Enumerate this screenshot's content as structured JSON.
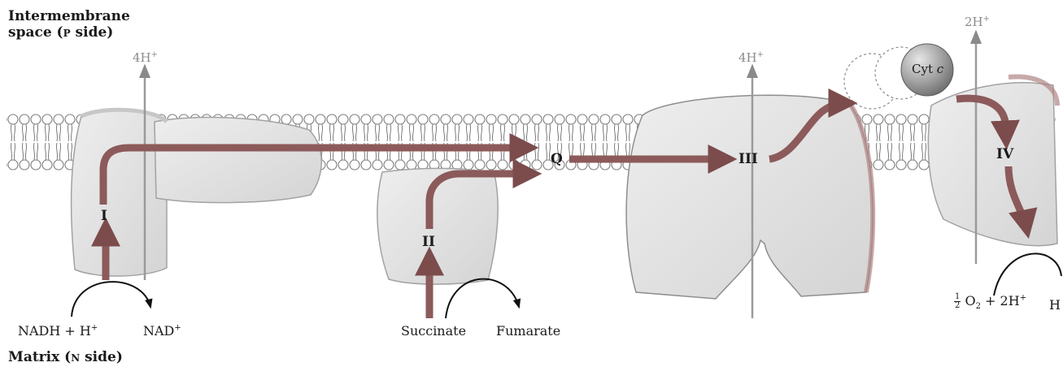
{
  "regions": {
    "top_label_line1": "Intermembrane",
    "top_label_line2_a": "space (",
    "top_label_line2_b": "p",
    "top_label_line2_c": " side)",
    "bottom_label_a": "Matrix (",
    "bottom_label_b": "n",
    "bottom_label_c": " side)"
  },
  "complexes": {
    "I": "I",
    "II": "II",
    "Q": "Q",
    "III": "III",
    "IV": "IV",
    "cyt_c_a": "Cyt ",
    "cyt_c_b": "c"
  },
  "protons": {
    "complex_I_base": "4H",
    "complex_III_base": "4H",
    "complex_IV_base": "2H",
    "sup": "+"
  },
  "substrates": {
    "nadh": "NADH + H",
    "nadh_sup": "+",
    "nad": "NAD",
    "nad_sup": "+",
    "succinate": "Succinate",
    "fumarate": "Fumarate",
    "frac_num": "1",
    "frac_den": "2",
    "o2": "O",
    "o2_sub": "2",
    "o2_rest": " + 2H",
    "o2_sup": "+",
    "water_partial": "H"
  },
  "colors": {
    "protein_fill": "#e2e2e2",
    "protein_edge": "#9c9c9c",
    "protein_shade": "#c8c8c8",
    "electron_arrow": "#8c5a5a",
    "proton_arrow": "#9a9a9a",
    "lipid_line": "#8a8a8a"
  }
}
